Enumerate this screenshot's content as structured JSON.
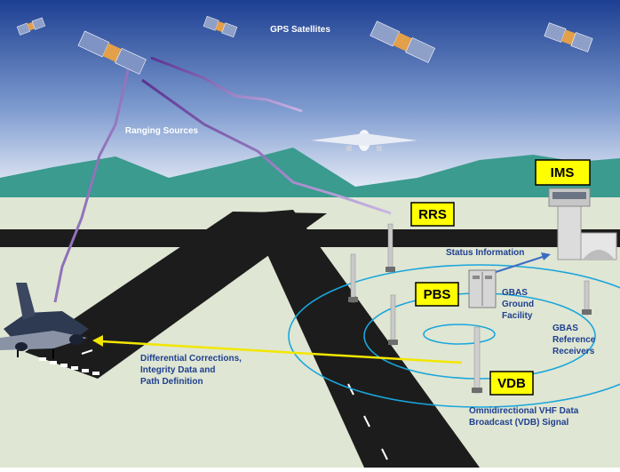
{
  "labels": {
    "gps_satellites": "GPS Satellites",
    "ranging_sources": "Ranging Sources",
    "status_information": "Status Information",
    "gbas_ground_facility": [
      "GBAS",
      "Ground",
      "Facility"
    ],
    "gbas_reference_receivers": [
      "GBAS",
      "Reference",
      "Receivers"
    ],
    "differential_corrections": [
      "Differential Corrections,",
      "Integrity Data and",
      "Path Definition"
    ],
    "vdb_signal": [
      "Omnidirectional VHF Data",
      "Broadcast (VDB) Signal"
    ]
  },
  "boxes": {
    "ims": "IMS",
    "rrs": "RRS",
    "pbs": "PBS",
    "vdb": "VDB"
  },
  "colors": {
    "sky_top": "#1d3f92",
    "sky_bottom": "#f3f5fb",
    "mountains": "#3a9b8e",
    "ground": "#dfe6d3",
    "runway": "#1c1c1c",
    "signal_ring": "#19a6dc",
    "label_box": "#ffff00",
    "data_link": "#f2e600",
    "ranging_beam": "#7a4fa8"
  }
}
